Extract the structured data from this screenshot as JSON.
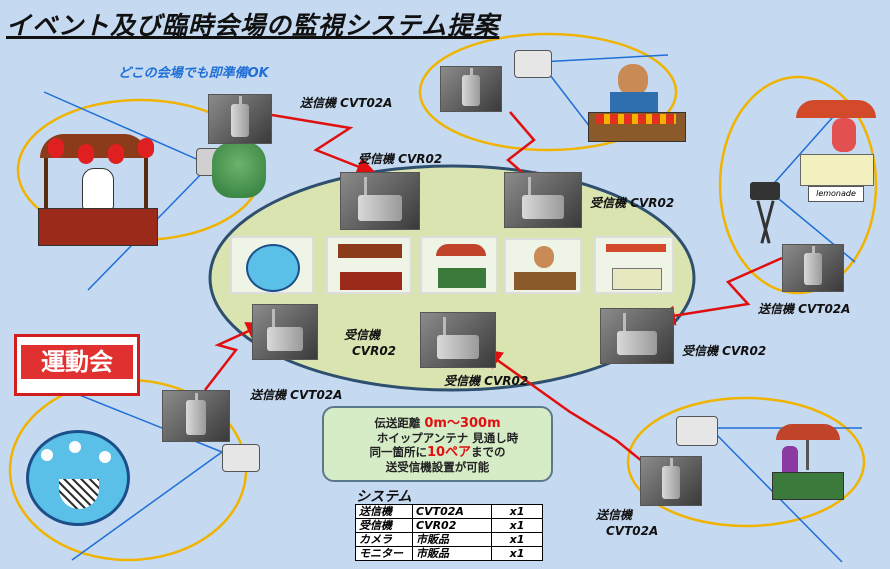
{
  "title": "イベント及び臨時会場の監視システム提案",
  "subtitle": "どこの会場でも即準備OK",
  "labels": {
    "tx_top": "送信機 CVT02A",
    "rx_top_left": "受信機 CVR02",
    "rx_top_right": "受信機 CVR02",
    "tx_right": "送信機 CVT02A",
    "rx_right": "受信機 CVR02",
    "rx_center_left_1": "受信機",
    "rx_center_left_2": "CVR02",
    "rx_center_bottom": "受信機 CVR02",
    "tx_left_bottom": "送信機 CVT02A",
    "tx_bottom_right_1": "送信機",
    "tx_bottom_right_2": "CVT02A"
  },
  "sign_undokai": "運動会",
  "lemonade_sign": "lemonade",
  "info": {
    "line1_prefix": "伝送距離",
    "line1_value": "0m～300m",
    "line2": "ホイップアンテナ 見通し時",
    "line3_prefix": "同一箇所に",
    "line3_value": "10ペア",
    "line3_suffix": "までの",
    "line4": "送受信機設置が可能"
  },
  "system": {
    "title": "システム",
    "rows": [
      [
        "送信機",
        "CVT02A",
        "x1"
      ],
      [
        "受信機",
        "CVR02",
        "x1"
      ],
      [
        "カメラ",
        "市販品",
        "x1"
      ],
      [
        "モニター",
        "市販品",
        "x1"
      ]
    ]
  },
  "colors": {
    "background": "#c5d9f1",
    "ellipse_fill": "#d9e4b0",
    "ellipse_stroke": "#2f4f6f",
    "venue_ring": "#f0b400",
    "signal_arrow": "#e01010",
    "camera_line": "#1f6fd6"
  }
}
